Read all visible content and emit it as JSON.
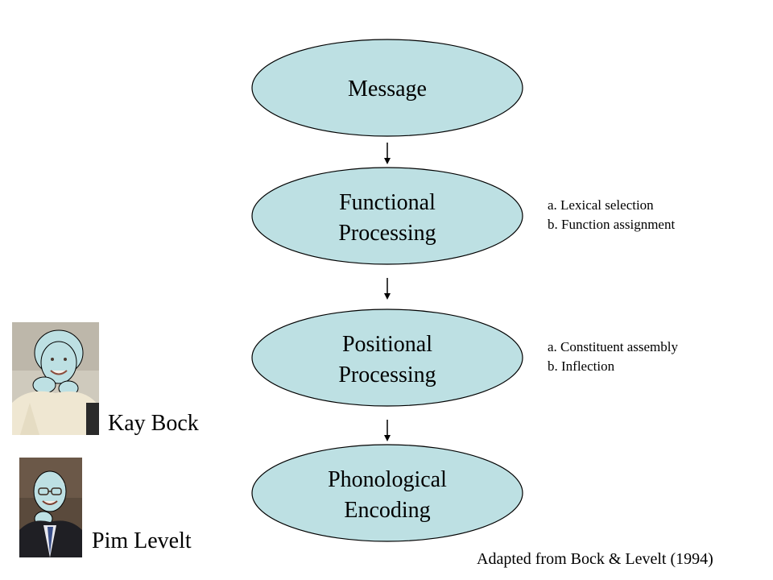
{
  "diagram": {
    "nodes": [
      {
        "id": "message",
        "lines": [
          "Message"
        ]
      },
      {
        "id": "functional",
        "lines": [
          "Functional",
          "Processing"
        ]
      },
      {
        "id": "positional",
        "lines": [
          "Positional",
          "Processing"
        ]
      },
      {
        "id": "phonological",
        "lines": [
          "Phonological",
          "Encoding"
        ]
      }
    ],
    "edges": [
      {
        "from": "message",
        "to": "functional"
      },
      {
        "from": "functional",
        "to": "positional"
      },
      {
        "from": "positional",
        "to": "phonological"
      }
    ],
    "node_fill": "#bde0e3",
    "node_stroke": "#000000"
  },
  "notes": {
    "functional": [
      "a. Lexical  selection",
      "b. Function assignment"
    ],
    "positional": [
      "a. Constituent assembly",
      "b. Inflection"
    ]
  },
  "people": [
    {
      "name": "Kay Bock"
    },
    {
      "name": "Pim Levelt"
    }
  ],
  "credit": "Adapted from Bock & Levelt (1994)"
}
